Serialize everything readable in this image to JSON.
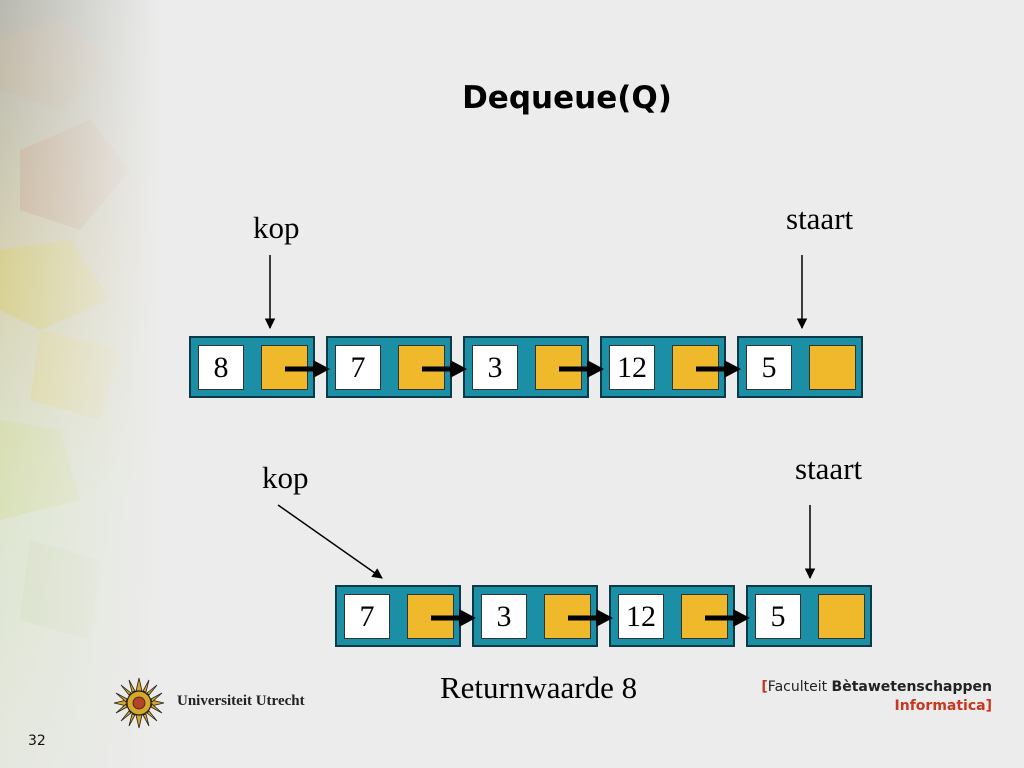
{
  "slide": {
    "title": "Dequeue(Q)",
    "page_number": "32",
    "return_text": "Returnwaarde 8"
  },
  "queue_before": {
    "head_label": "kop",
    "tail_label": "staart",
    "nodes": [
      "8",
      "7",
      "3",
      "12",
      "5"
    ]
  },
  "queue_after": {
    "head_label": "kop",
    "tail_label": "staart",
    "nodes": [
      "7",
      "3",
      "12",
      "5"
    ]
  },
  "footer": {
    "university": "Universiteit Utrecht",
    "faculty_bracket_open": "[",
    "faculty_prefix": "Faculteit ",
    "faculty_name": "Bètawetenschappen",
    "department": "Informatica",
    "faculty_bracket_close": "]"
  },
  "colors": {
    "node_fill": "#1a8fa6",
    "node_border": "#0c3946",
    "pointer_cell": "#f0b92c",
    "background": "#ececec",
    "brand_red": "#c8371e"
  }
}
